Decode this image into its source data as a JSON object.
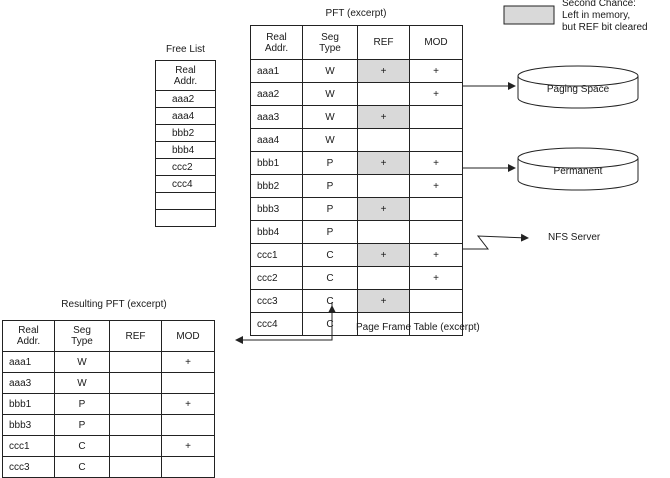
{
  "colors": {
    "shade": "#d9d9d9",
    "line": "#222222"
  },
  "legend": {
    "line1": "Second Chance:",
    "line2": "Left in memory,",
    "line3": "but REF bit cleared"
  },
  "free_list": {
    "title": "Free List",
    "header_line1": "Real",
    "header_line2": "Addr.",
    "items": [
      "aaa2",
      "aaa4",
      "bbb2",
      "bbb4",
      "ccc2",
      "ccc4",
      "",
      ""
    ]
  },
  "pft": {
    "title": "PFT (excerpt)",
    "headers": {
      "real1": "Real",
      "real2": "Addr.",
      "seg1": "Seg",
      "seg2": "Type",
      "ref": "REF",
      "mod": "MOD"
    },
    "rows": [
      {
        "addr": "aaa1",
        "seg": "W",
        "ref": "+",
        "mod": "+",
        "shaded": true
      },
      {
        "addr": "aaa2",
        "seg": "W",
        "ref": "",
        "mod": "+",
        "shaded": false
      },
      {
        "addr": "aaa3",
        "seg": "W",
        "ref": "+",
        "mod": "",
        "shaded": true
      },
      {
        "addr": "aaa4",
        "seg": "W",
        "ref": "",
        "mod": "",
        "shaded": false
      },
      {
        "addr": "bbb1",
        "seg": "P",
        "ref": "+",
        "mod": "+",
        "shaded": true
      },
      {
        "addr": "bbb2",
        "seg": "P",
        "ref": "",
        "mod": "+",
        "shaded": false
      },
      {
        "addr": "bbb3",
        "seg": "P",
        "ref": "+",
        "mod": "",
        "shaded": true
      },
      {
        "addr": "bbb4",
        "seg": "P",
        "ref": "",
        "mod": "",
        "shaded": false
      },
      {
        "addr": "ccc1",
        "seg": "C",
        "ref": "+",
        "mod": "+",
        "shaded": true
      },
      {
        "addr": "ccc2",
        "seg": "C",
        "ref": "",
        "mod": "+",
        "shaded": false
      },
      {
        "addr": "ccc3",
        "seg": "C",
        "ref": "+",
        "mod": "",
        "shaded": true
      },
      {
        "addr": "ccc4",
        "seg": "C",
        "ref": "",
        "mod": "",
        "shaded": false
      }
    ]
  },
  "resulting_pft": {
    "title": "Resulting PFT (excerpt)",
    "headers": {
      "real1": "Real",
      "real2": "Addr.",
      "seg1": "Seg",
      "seg2": "Type",
      "ref": "REF",
      "mod": "MOD"
    },
    "rows": [
      {
        "addr": "aaa1",
        "seg": "W",
        "ref": "",
        "mod": "+"
      },
      {
        "addr": "aaa3",
        "seg": "W",
        "ref": "",
        "mod": ""
      },
      {
        "addr": "bbb1",
        "seg": "P",
        "ref": "",
        "mod": "+"
      },
      {
        "addr": "bbb3",
        "seg": "P",
        "ref": "",
        "mod": ""
      },
      {
        "addr": "ccc1",
        "seg": "C",
        "ref": "",
        "mod": "+"
      },
      {
        "addr": "ccc3",
        "seg": "C",
        "ref": "",
        "mod": ""
      }
    ]
  },
  "storage": {
    "paging": "Paging Space",
    "permanent": "Permanent",
    "nfs": "NFS Server"
  },
  "caption": "Page Frame Table (excerpt)"
}
